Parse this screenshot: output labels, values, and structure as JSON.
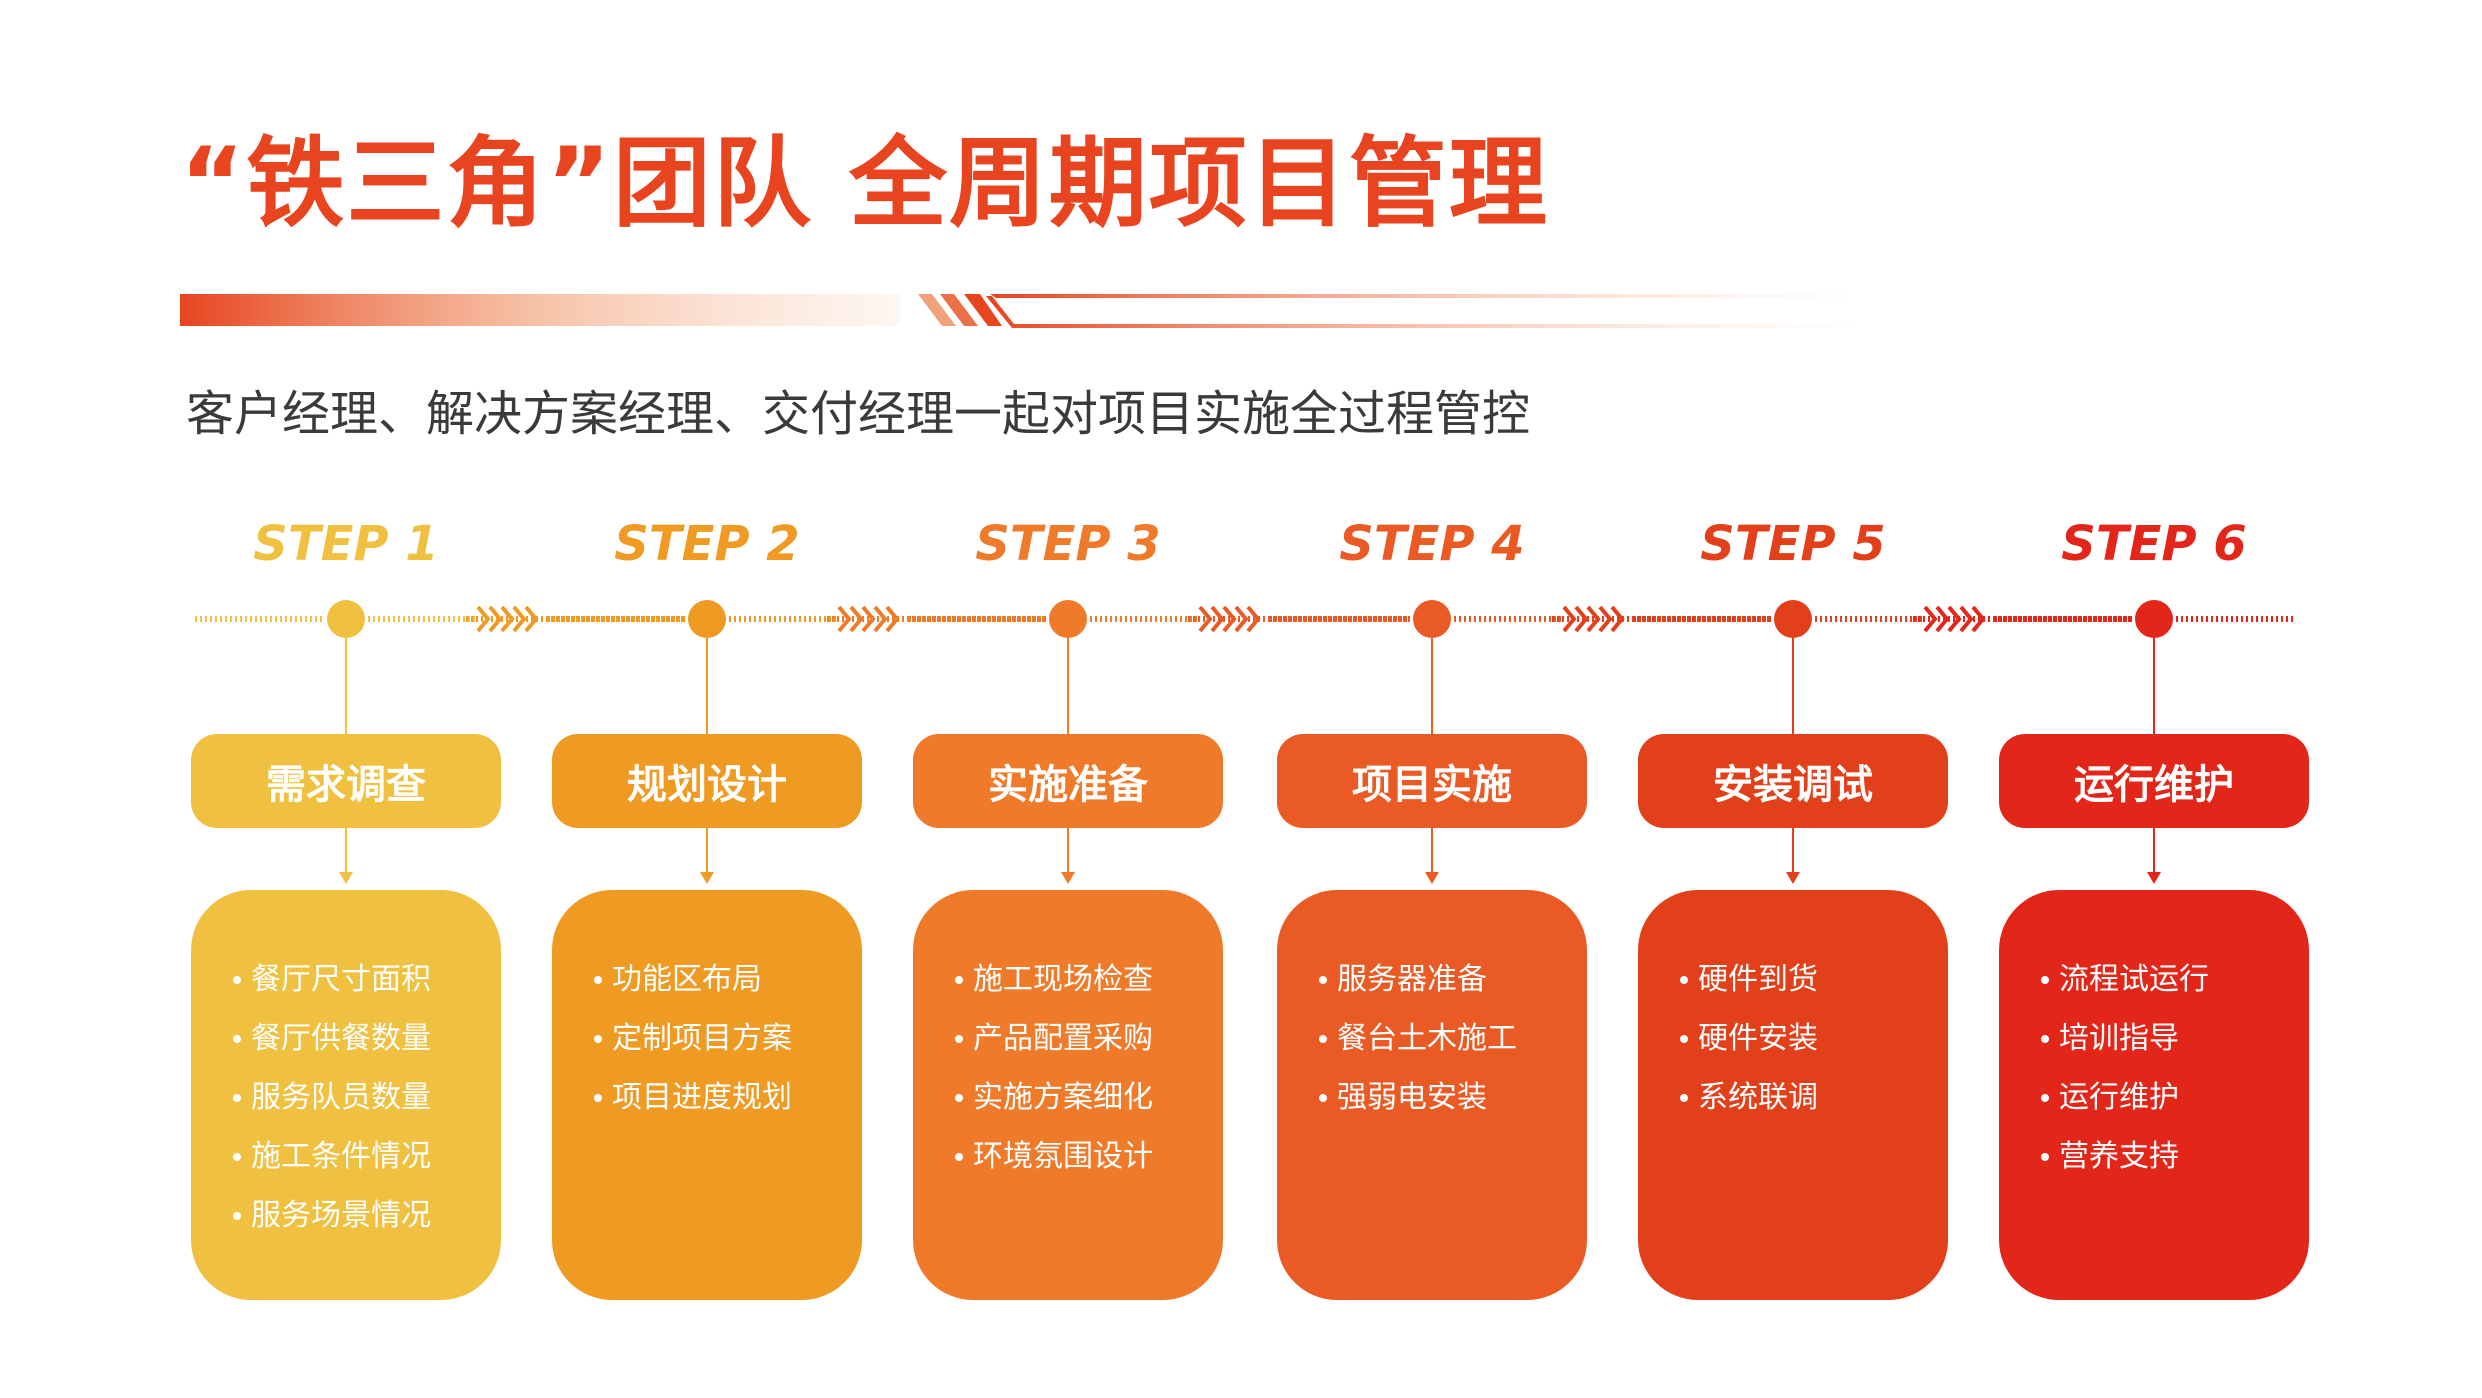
{
  "title": "“铁三角”团队 全周期项目管理",
  "subtitle": "客户经理、解决方案经理、交付经理一起对项目实施全过程管控",
  "colors": {
    "title": "#e8441f",
    "steps": [
      "#f0c040",
      "#ef9a22",
      "#ee7a2a",
      "#ea5a24",
      "#e2401a",
      "#e3261a"
    ]
  },
  "steps": [
    {
      "label": "STEP 1",
      "title": "需求调查",
      "items": [
        "餐厅尺寸面积",
        "餐厅供餐数量",
        "服务队员数量",
        "施工条件情况",
        "服务场景情况"
      ]
    },
    {
      "label": "STEP 2",
      "title": "规划设计",
      "items": [
        "功能区布局",
        "定制项目方案",
        "项目进度规划"
      ]
    },
    {
      "label": "STEP 3",
      "title": "实施准备",
      "items": [
        "施工现场检查",
        "产品配置采购",
        "实施方案细化",
        "环境氛围设计"
      ]
    },
    {
      "label": "STEP 4",
      "title": "项目实施",
      "items": [
        "服务器准备",
        "餐台土木施工",
        "强弱电安装"
      ]
    },
    {
      "label": "STEP 5",
      "title": "安装调试",
      "items": [
        "硬件到货",
        "硬件安装",
        "系统联调"
      ]
    },
    {
      "label": "STEP 6",
      "title": "运行维护",
      "items": [
        "流程试运行",
        "培训指导",
        "运行维护",
        "营养支持"
      ]
    }
  ]
}
